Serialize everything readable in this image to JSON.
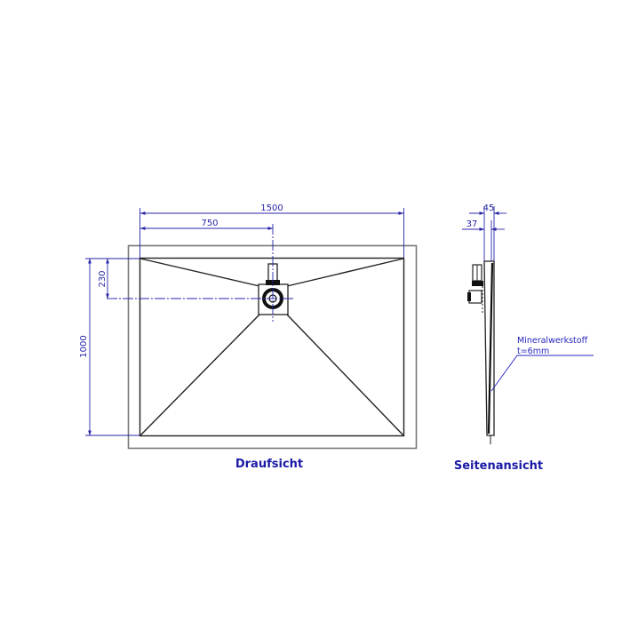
{
  "drawing": {
    "top_view": {
      "title": "Draufsicht",
      "dimensions": {
        "width_total": "1500",
        "drain_offset_x": "750",
        "depth_total": "1000",
        "drain_offset_y": "230"
      }
    },
    "side_view": {
      "title": "Seitenansicht",
      "dimensions": {
        "outer_height": "45",
        "inner_height": "37"
      },
      "annotation": {
        "material": "Mineralwerkstoff",
        "thickness": "t=6mm"
      }
    },
    "colors": {
      "dimension": "#2626a8",
      "geometry": "#222222",
      "outline": "#777777",
      "title": "#1a1aa6"
    }
  }
}
